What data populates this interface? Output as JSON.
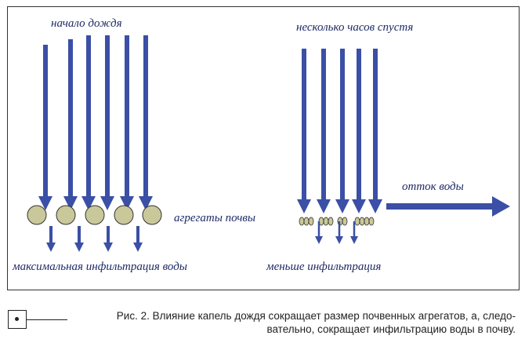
{
  "diagram": {
    "left_title": "начало дождя",
    "left_aggregates_label": "агрегаты почвы",
    "left_bottom_label": "максимальная инфильтрация воды",
    "right_title": "несколько часов спустя",
    "runoff_label": "отток воды",
    "right_bottom_label": "меньше инфильтрация",
    "arrow_color": "#3b4fa6",
    "aggregate_color": "#c9c89a"
  },
  "caption": {
    "line1": "Рис. 2. Влияние капель дождя сокращает размер почвенных агрегатов, а, следо-",
    "line2": "вательно, сокращает инфильтрацию воды в почву."
  }
}
